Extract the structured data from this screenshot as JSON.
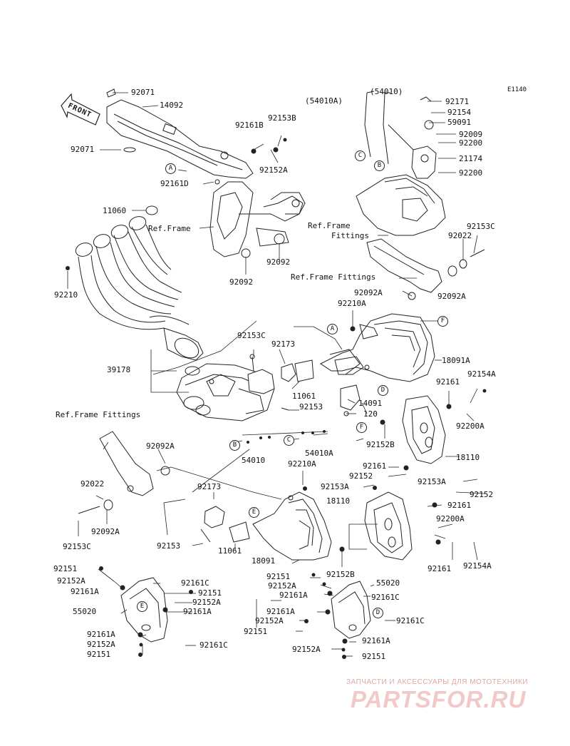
{
  "diagram_code": "E1140",
  "front_label": "FRONT",
  "watermark": {
    "tagline": "ЗАПЧАСТИ И АКСЕССУАРЫ ДЛЯ МОТОТЕХНИКИ",
    "logo": "PARTSFOR.RU"
  },
  "labels": {
    "l01": "92071",
    "l02": "14092",
    "l03": "92071",
    "l04": "92161B",
    "l05": "92153B",
    "l06": "92152A",
    "l07": "92161D",
    "l08": "11060",
    "l09": "Ref.Frame",
    "l10": "92092",
    "l11": "92092",
    "l12": "92210",
    "l13": "(54010A)",
    "l14": "(54010)",
    "l15": "92171",
    "l16": "92154",
    "l17": "59091",
    "l18": "92009",
    "l19": "92200",
    "l20": "21174",
    "l21": "92200",
    "l22": "Ref.Frame",
    "l23": "Fittings",
    "l24": "92153C",
    "l25": "92022",
    "l26": "Ref.Frame Fittings",
    "l27": "92092A",
    "l28": "92092A",
    "l29": "92210A",
    "l30": "18091A",
    "l31": "92153C",
    "l32": "92173",
    "l33": "39178",
    "l34": "11061",
    "l35": "92153",
    "l36": "14091",
    "l37": "120",
    "l38": "92161",
    "l39": "92154A",
    "l40": "92200A",
    "l41": "92152B",
    "l42": "18110",
    "l43": "Ref.Frame Fittings",
    "l44": "92092A",
    "l45": "54010",
    "l46": "54010A",
    "l47": "92210A",
    "l48": "92161",
    "l49": "92152",
    "l50": "92153A",
    "l51": "92153A",
    "l52": "92152",
    "l53": "18110",
    "l54": "92161",
    "l55": "92022",
    "l56": "92092A",
    "l57": "92153C",
    "l58": "92173",
    "l59": "92153",
    "l60": "11061",
    "l61": "18091",
    "l62": "92200A",
    "l63": "92161",
    "l64": "92154A",
    "l65": "92152B",
    "l66": "92151",
    "l67": "92152A",
    "l68": "92161A",
    "l69": "92161C",
    "l70": "92151",
    "l71": "92152A",
    "l72": "92161A",
    "l73": "55020",
    "l74": "92161A",
    "l75": "92152A",
    "l76": "92151",
    "l77": "92161C",
    "l78": "92151",
    "l79": "92152A",
    "l80": "92161A",
    "l81": "55020",
    "l82": "92161C",
    "l83": "92161A",
    "l84": "92152A",
    "l85": "92151",
    "l86": "92161C",
    "l87": "92152A",
    "l88": "92161A",
    "l89": "92151"
  },
  "callouts": {
    "c01": "A",
    "c02": "C",
    "c03": "B",
    "c04": "A",
    "c05": "F",
    "c06": "D",
    "c07": "F",
    "c08": "B",
    "c09": "C",
    "c10": "E",
    "c11": "E",
    "c12": "D"
  }
}
